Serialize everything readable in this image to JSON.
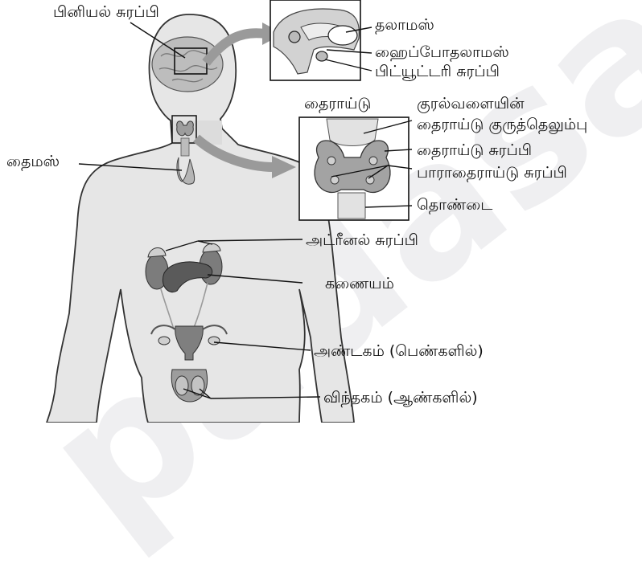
{
  "watermark": "padasalai",
  "labels": {
    "pineal": "பினியல் சுரப்பி",
    "thalamus": "தலாமஸ்",
    "hypothalamus": "ஹைப்போதலாமஸ்",
    "pituitary": "பிட்யூட்டரி சுரப்பி",
    "thyroid_title": "தைராய்டு",
    "larynx_line1": "குரல்வளையின்",
    "larynx_line2": "தைராய்டு குருத்தெலும்பு",
    "thyroid_gland": "தைராய்டு சுரப்பி",
    "parathyroid": "பாராதைராய்டு சுரப்பி",
    "trachea": "தொண்டை",
    "thymus": "தைமஸ்",
    "adrenal": "அட்ரீனல் சுரப்பி",
    "pancreas": "கணையம்",
    "ovary": "அண்டகம் (பெண்களில்)",
    "testis": "விந்தகம் (ஆண்களில்)"
  }
}
